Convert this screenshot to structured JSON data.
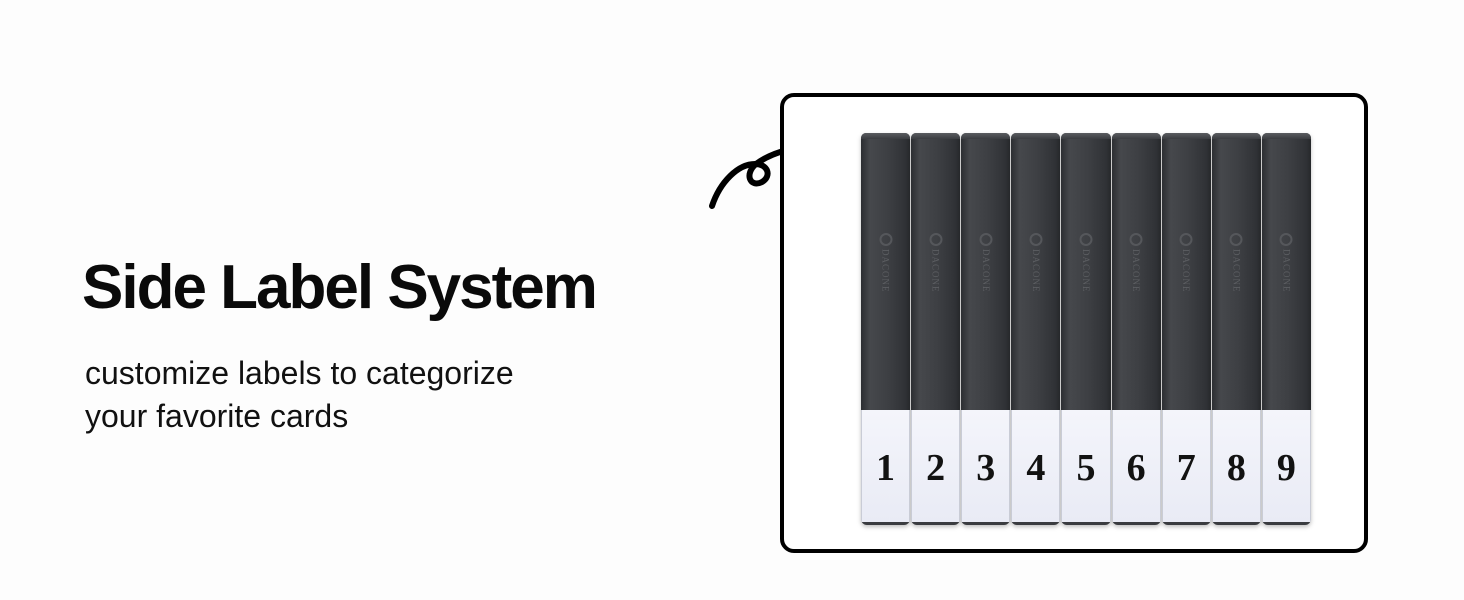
{
  "headline": "Side Label System",
  "subtitle": {
    "line1": "customize labels to categorize",
    "line2": "your favorite cards"
  },
  "product": {
    "brand_icon": "brand-circle-icon",
    "arrow_icon": "curly-arrow-icon",
    "dividers": [
      {
        "brand": "DACONE",
        "label": "1"
      },
      {
        "brand": "DACONE",
        "label": "2"
      },
      {
        "brand": "DACONE",
        "label": "3"
      },
      {
        "brand": "DACONE",
        "label": "4"
      },
      {
        "brand": "DACONE",
        "label": "5"
      },
      {
        "brand": "DACONE",
        "label": "6"
      },
      {
        "brand": "DACONE",
        "label": "7"
      },
      {
        "brand": "DACONE",
        "label": "8"
      },
      {
        "brand": "DACONE",
        "label": "9"
      }
    ]
  },
  "colors": {
    "background": "#fdfdfd",
    "text": "#0a0a0a",
    "divider_body": "#3d3f43",
    "label_area": "#eef0f8",
    "frame_border": "#000000"
  }
}
